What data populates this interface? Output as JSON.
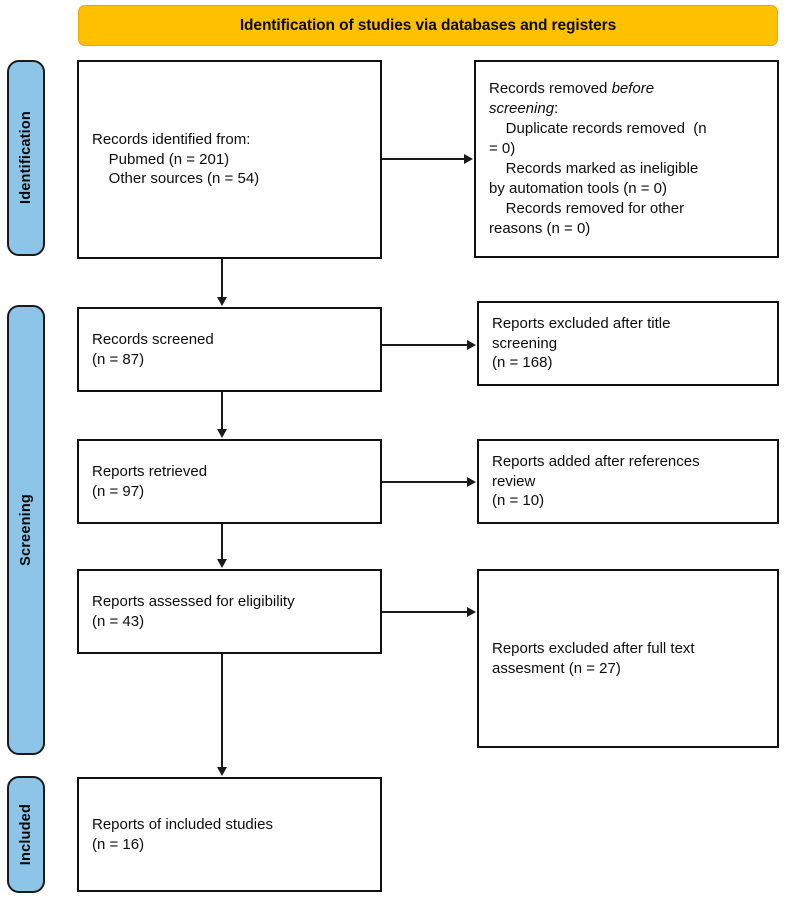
{
  "banner": {
    "title": "Identification of studies via databases and registers",
    "color": "#FFC000"
  },
  "stages": {
    "accent_color": "#8CC5E8",
    "items": [
      {
        "id": "identification",
        "label": "Identification"
      },
      {
        "id": "screening",
        "label": "Screening"
      },
      {
        "id": "included",
        "label": "Included"
      }
    ]
  },
  "boxes": {
    "identified": {
      "name": "records-identified",
      "line1": "Records identified from:",
      "line2": "    Pubmed (n = 201)",
      "line3": "    Other sources (n = 54)"
    },
    "removed": {
      "name": "records-removed-before-screening",
      "line1_plain": "Records removed ",
      "line1_italic": "before",
      "line2_italic": "screening",
      "line2_plain": ":",
      "line3": "    Duplicate records removed  (n",
      "line4": "= 0)",
      "line5": "    Records marked as ineligible",
      "line6": "by automation tools (n = 0)",
      "line7": "    Records removed for other",
      "line8": "reasons (n = 0)"
    },
    "screened": {
      "name": "records-screened",
      "line1": "Records screened",
      "line2": "(n = 87)"
    },
    "excluded_title": {
      "name": "reports-excluded-after-title-screening",
      "line1": "Reports excluded after title",
      "line2": "screening",
      "line3": "(n = 168)"
    },
    "retrieved": {
      "name": "reports-retrieved",
      "line1": "Reports retrieved",
      "line2": "(n = 97)"
    },
    "added_refs": {
      "name": "reports-added-after-references-review",
      "line1": "Reports added after references",
      "line2": "review",
      "line3": "(n = 10)"
    },
    "assessed": {
      "name": "reports-assessed-for-eligibility",
      "line1": "Reports assessed for eligibility",
      "line2": "(n = 43)"
    },
    "excluded_fulltext": {
      "name": "reports-excluded-after-full-text",
      "line1": "Reports excluded after full text",
      "line2": "assesment (n = 27)"
    },
    "included": {
      "name": "reports-of-included-studies",
      "line1": "Reports of included studies",
      "line2": "(n = 16)"
    }
  },
  "chart_data": {
    "type": "diagram",
    "title": "Identification of studies via databases and registers",
    "nodes": [
      {
        "id": "identified",
        "stage": "Identification",
        "column": "left",
        "label": "Records identified from: Pubmed (n = 201); Other sources (n = 54)",
        "counts": {
          "Pubmed": 201,
          "Other sources": 54
        }
      },
      {
        "id": "removed",
        "stage": "Identification",
        "column": "right",
        "label": "Records removed before screening",
        "counts": {
          "Duplicate records removed": 0,
          "Records marked as ineligible by automation tools": 0,
          "Records removed for other reasons": 0
        }
      },
      {
        "id": "screened",
        "stage": "Screening",
        "column": "left",
        "label": "Records screened",
        "counts": {
          "n": 87
        }
      },
      {
        "id": "excluded_title",
        "stage": "Screening",
        "column": "right",
        "label": "Reports excluded after title screening",
        "counts": {
          "n": 168
        }
      },
      {
        "id": "retrieved",
        "stage": "Screening",
        "column": "left",
        "label": "Reports retrieved",
        "counts": {
          "n": 97
        }
      },
      {
        "id": "added_refs",
        "stage": "Screening",
        "column": "right",
        "label": "Reports added after references review",
        "counts": {
          "n": 10
        }
      },
      {
        "id": "assessed",
        "stage": "Screening",
        "column": "left",
        "label": "Reports assessed for eligibility",
        "counts": {
          "n": 43
        }
      },
      {
        "id": "excluded_fulltext",
        "stage": "Screening",
        "column": "right",
        "label": "Reports excluded after full text assesment",
        "counts": {
          "n": 27
        }
      },
      {
        "id": "included",
        "stage": "Included",
        "column": "left",
        "label": "Reports of included studies",
        "counts": {
          "n": 16
        }
      }
    ],
    "edges": [
      {
        "from": "identified",
        "to": "removed",
        "direction": "right"
      },
      {
        "from": "identified",
        "to": "screened",
        "direction": "down"
      },
      {
        "from": "screened",
        "to": "excluded_title",
        "direction": "right"
      },
      {
        "from": "screened",
        "to": "retrieved",
        "direction": "down"
      },
      {
        "from": "retrieved",
        "to": "added_refs",
        "direction": "right"
      },
      {
        "from": "retrieved",
        "to": "assessed",
        "direction": "down"
      },
      {
        "from": "assessed",
        "to": "excluded_fulltext",
        "direction": "right"
      },
      {
        "from": "assessed",
        "to": "included",
        "direction": "down"
      }
    ]
  }
}
